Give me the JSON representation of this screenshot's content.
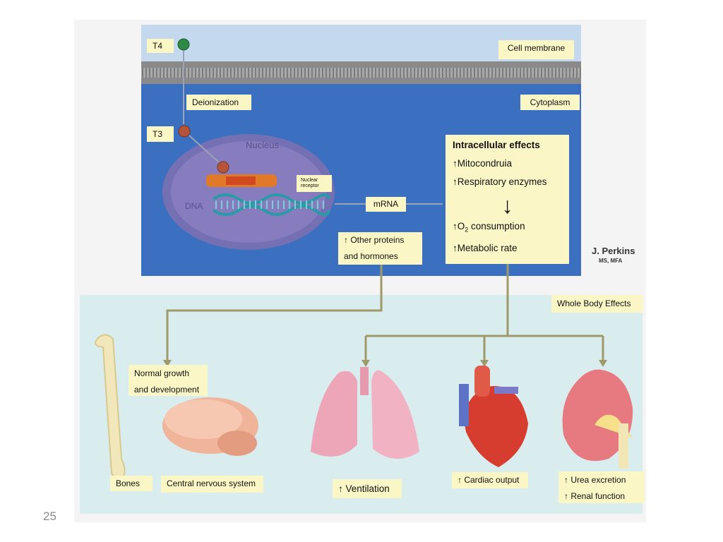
{
  "slide": {
    "page_number": "25"
  },
  "labels": {
    "t4": "T4",
    "t3": "T3",
    "cell_membrane": "Cell membrane",
    "deionization": "Deionization",
    "cytoplasm": "Cytoplasm",
    "nuclear_receptor": "Nuclear receptor",
    "mrna": "mRNA",
    "other_proteins_line1": "↑ Other proteins",
    "other_proteins_line2": "and hormones",
    "whole_body": "Whole Body Effects",
    "normal_growth_line1": "Normal growth",
    "normal_growth_line2": "and development",
    "bones": "Bones",
    "cns": "Central nervous system",
    "ventilation": "↑ Ventilation",
    "cardiac": "↑ Cardiac output",
    "urea": "↑ Urea excretion",
    "renal": "↑ Renal function"
  },
  "intracellular": {
    "title": "Intracellular effects",
    "item1": "↑Mitocondruia",
    "item2": "↑Respiratory enzymes",
    "arrow": "↓",
    "o2_prefix": "↑O",
    "o2_sub": "2",
    "o2_suffix": " consumption",
    "metabolic": "↑Metabolic rate"
  },
  "illustration": {
    "nucleus_word": "Nucleus",
    "dna_word": "DNA",
    "signature_name": "J. Perkins",
    "signature_credentials": "MS, MFA"
  }
}
